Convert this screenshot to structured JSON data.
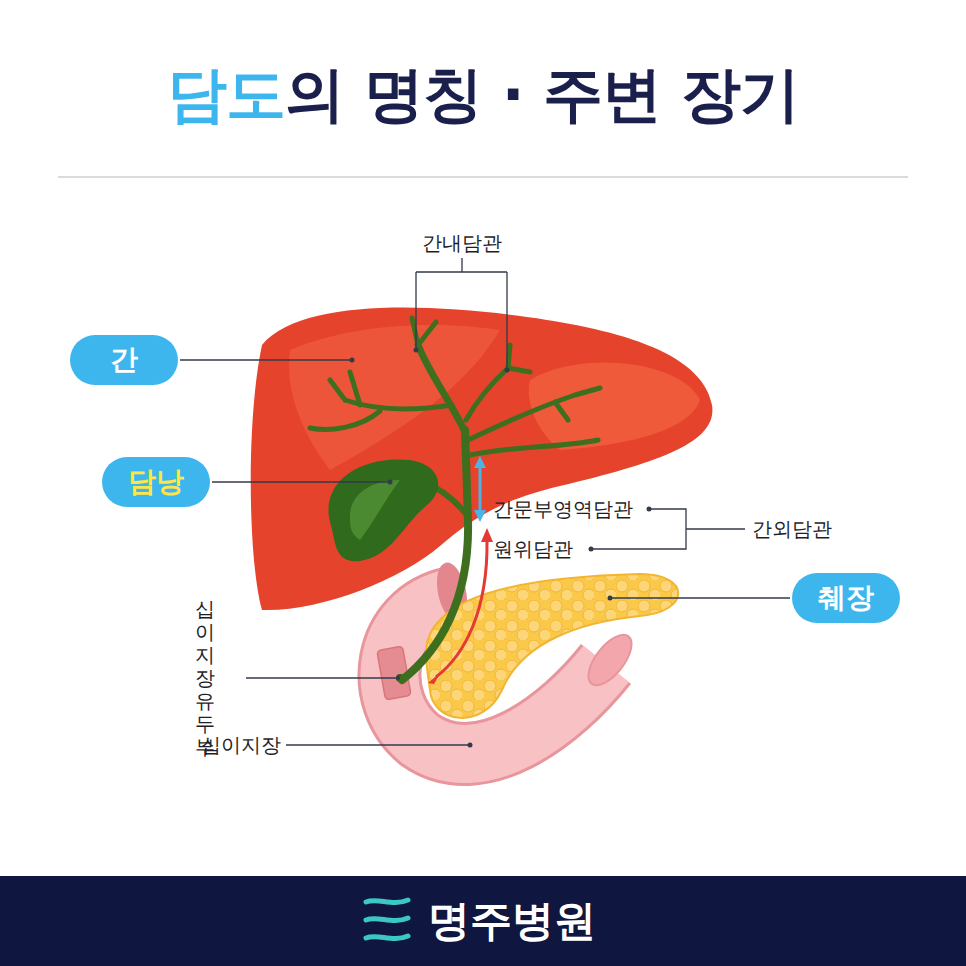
{
  "diagram": {
    "title": "담도의 명칭 · 주변 장기",
    "nodes": [
      {
        "text": [
          "간"
        ]
      },
      {
        "text": [
          "담낭"
        ]
      },
      {
        "text": [
          "췌장"
        ]
      },
      {
        "text": [
          "명주병원"
        ]
      }
    ],
    "labels": [
      "간내담관",
      "간문부영역담관",
      "원위담관",
      "간외담관",
      "십이지장 유두부",
      "십이지장"
    ]
  }
}
